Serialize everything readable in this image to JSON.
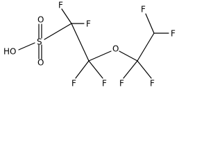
{
  "molecule": {
    "atoms": {
      "hydroxyl": "HO",
      "sulfur": "S",
      "sulfonyl_oxygen_top": "O",
      "sulfonyl_oxygen_bottom": "O",
      "ether_oxygen": "O",
      "c1_fluorine_top_left": "F",
      "c1_fluorine_top_right": "F",
      "c2_fluorine_bottom_left": "F",
      "c2_fluorine_bottom_right": "F",
      "c3_fluorine_left": "F",
      "c3_fluorine_right": "F",
      "c4_fluorine_top": "F",
      "c4_fluorine_right": "F"
    }
  }
}
